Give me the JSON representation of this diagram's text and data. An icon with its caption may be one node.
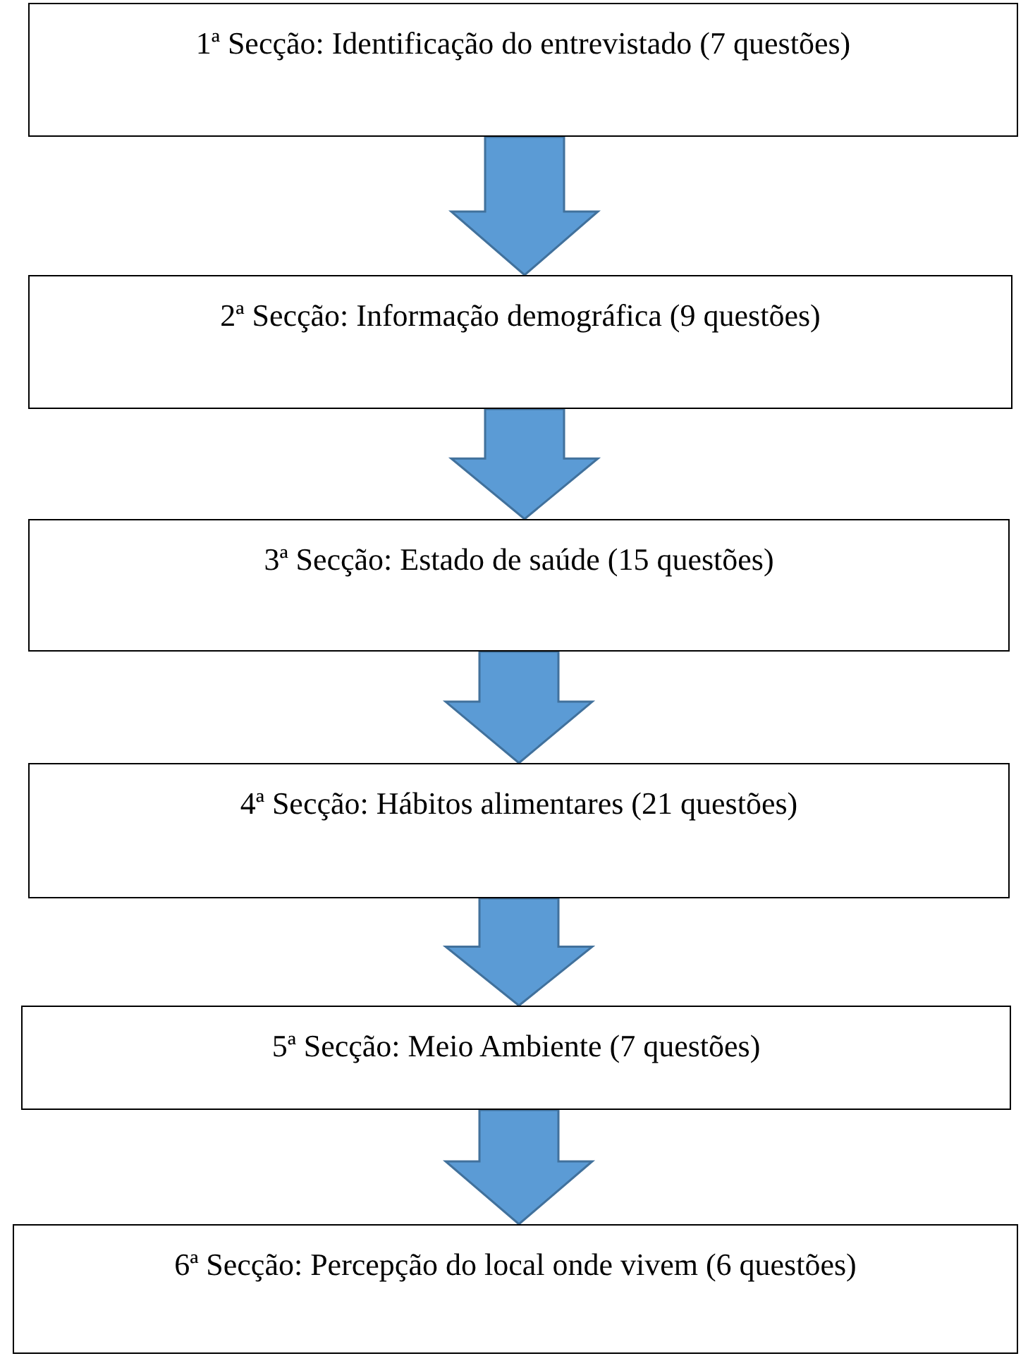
{
  "diagram": {
    "nodes": [
      {
        "text": [
          "1ª Secção: Identificação do entrevistado (7 questões)"
        ]
      },
      {
        "text": [
          "2ª Secção: Informação demográfica (9 questões)"
        ]
      },
      {
        "text": [
          "3ª Secção: Estado de saúde (15 questões)"
        ]
      },
      {
        "text": [
          "4ª Secção: Hábitos alimentares (21 questões)"
        ]
      },
      {
        "text": [
          "5ª Secção: Meio Ambiente (7 questões)"
        ]
      },
      {
        "text": [
          "6ª Secção: Percepção do local onde vivem (6 questões)"
        ]
      }
    ],
    "edges": [
      {
        "from": 0,
        "to": 1,
        "arrow": "to"
      },
      {
        "from": 1,
        "to": 2,
        "arrow": "to"
      },
      {
        "from": 2,
        "to": 3,
        "arrow": "to"
      },
      {
        "from": 3,
        "to": 4,
        "arrow": "to"
      },
      {
        "from": 4,
        "to": 5,
        "arrow": "to"
      }
    ]
  }
}
